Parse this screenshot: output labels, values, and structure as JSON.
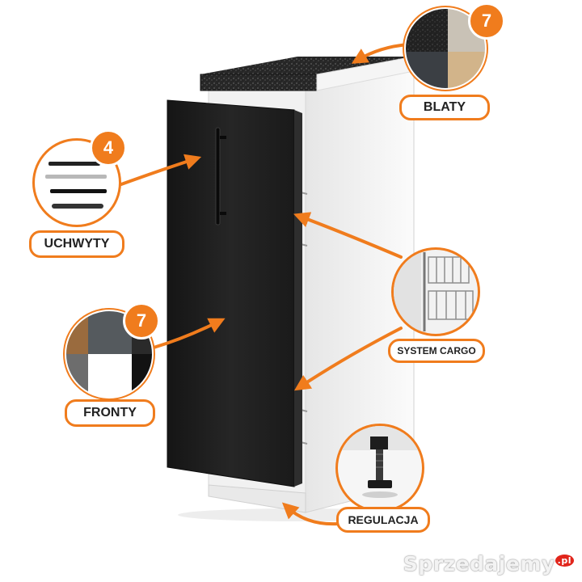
{
  "features": {
    "countertops": {
      "label": "BLATY",
      "count": "7"
    },
    "handles": {
      "label": "UCHWYTY",
      "count": "4"
    },
    "fronts": {
      "label": "FRONTY",
      "count": "7"
    },
    "cargo": {
      "label": "SYSTEM CARGO"
    },
    "adjustment": {
      "label": "REGULACJA"
    }
  },
  "watermark": {
    "text": "Sprzedajemy",
    "suffix": ".pl"
  },
  "colors": {
    "accent": "#f07c1d",
    "front_black": "#1f1f1f",
    "cabinet_white": "#f4f4f4",
    "countertop": "#2a2a2a"
  },
  "icons": [
    "arrow-icon",
    "handle-swatch-icon",
    "color-swatch-icon",
    "cargo-basket-icon",
    "adjustable-leg-icon"
  ]
}
